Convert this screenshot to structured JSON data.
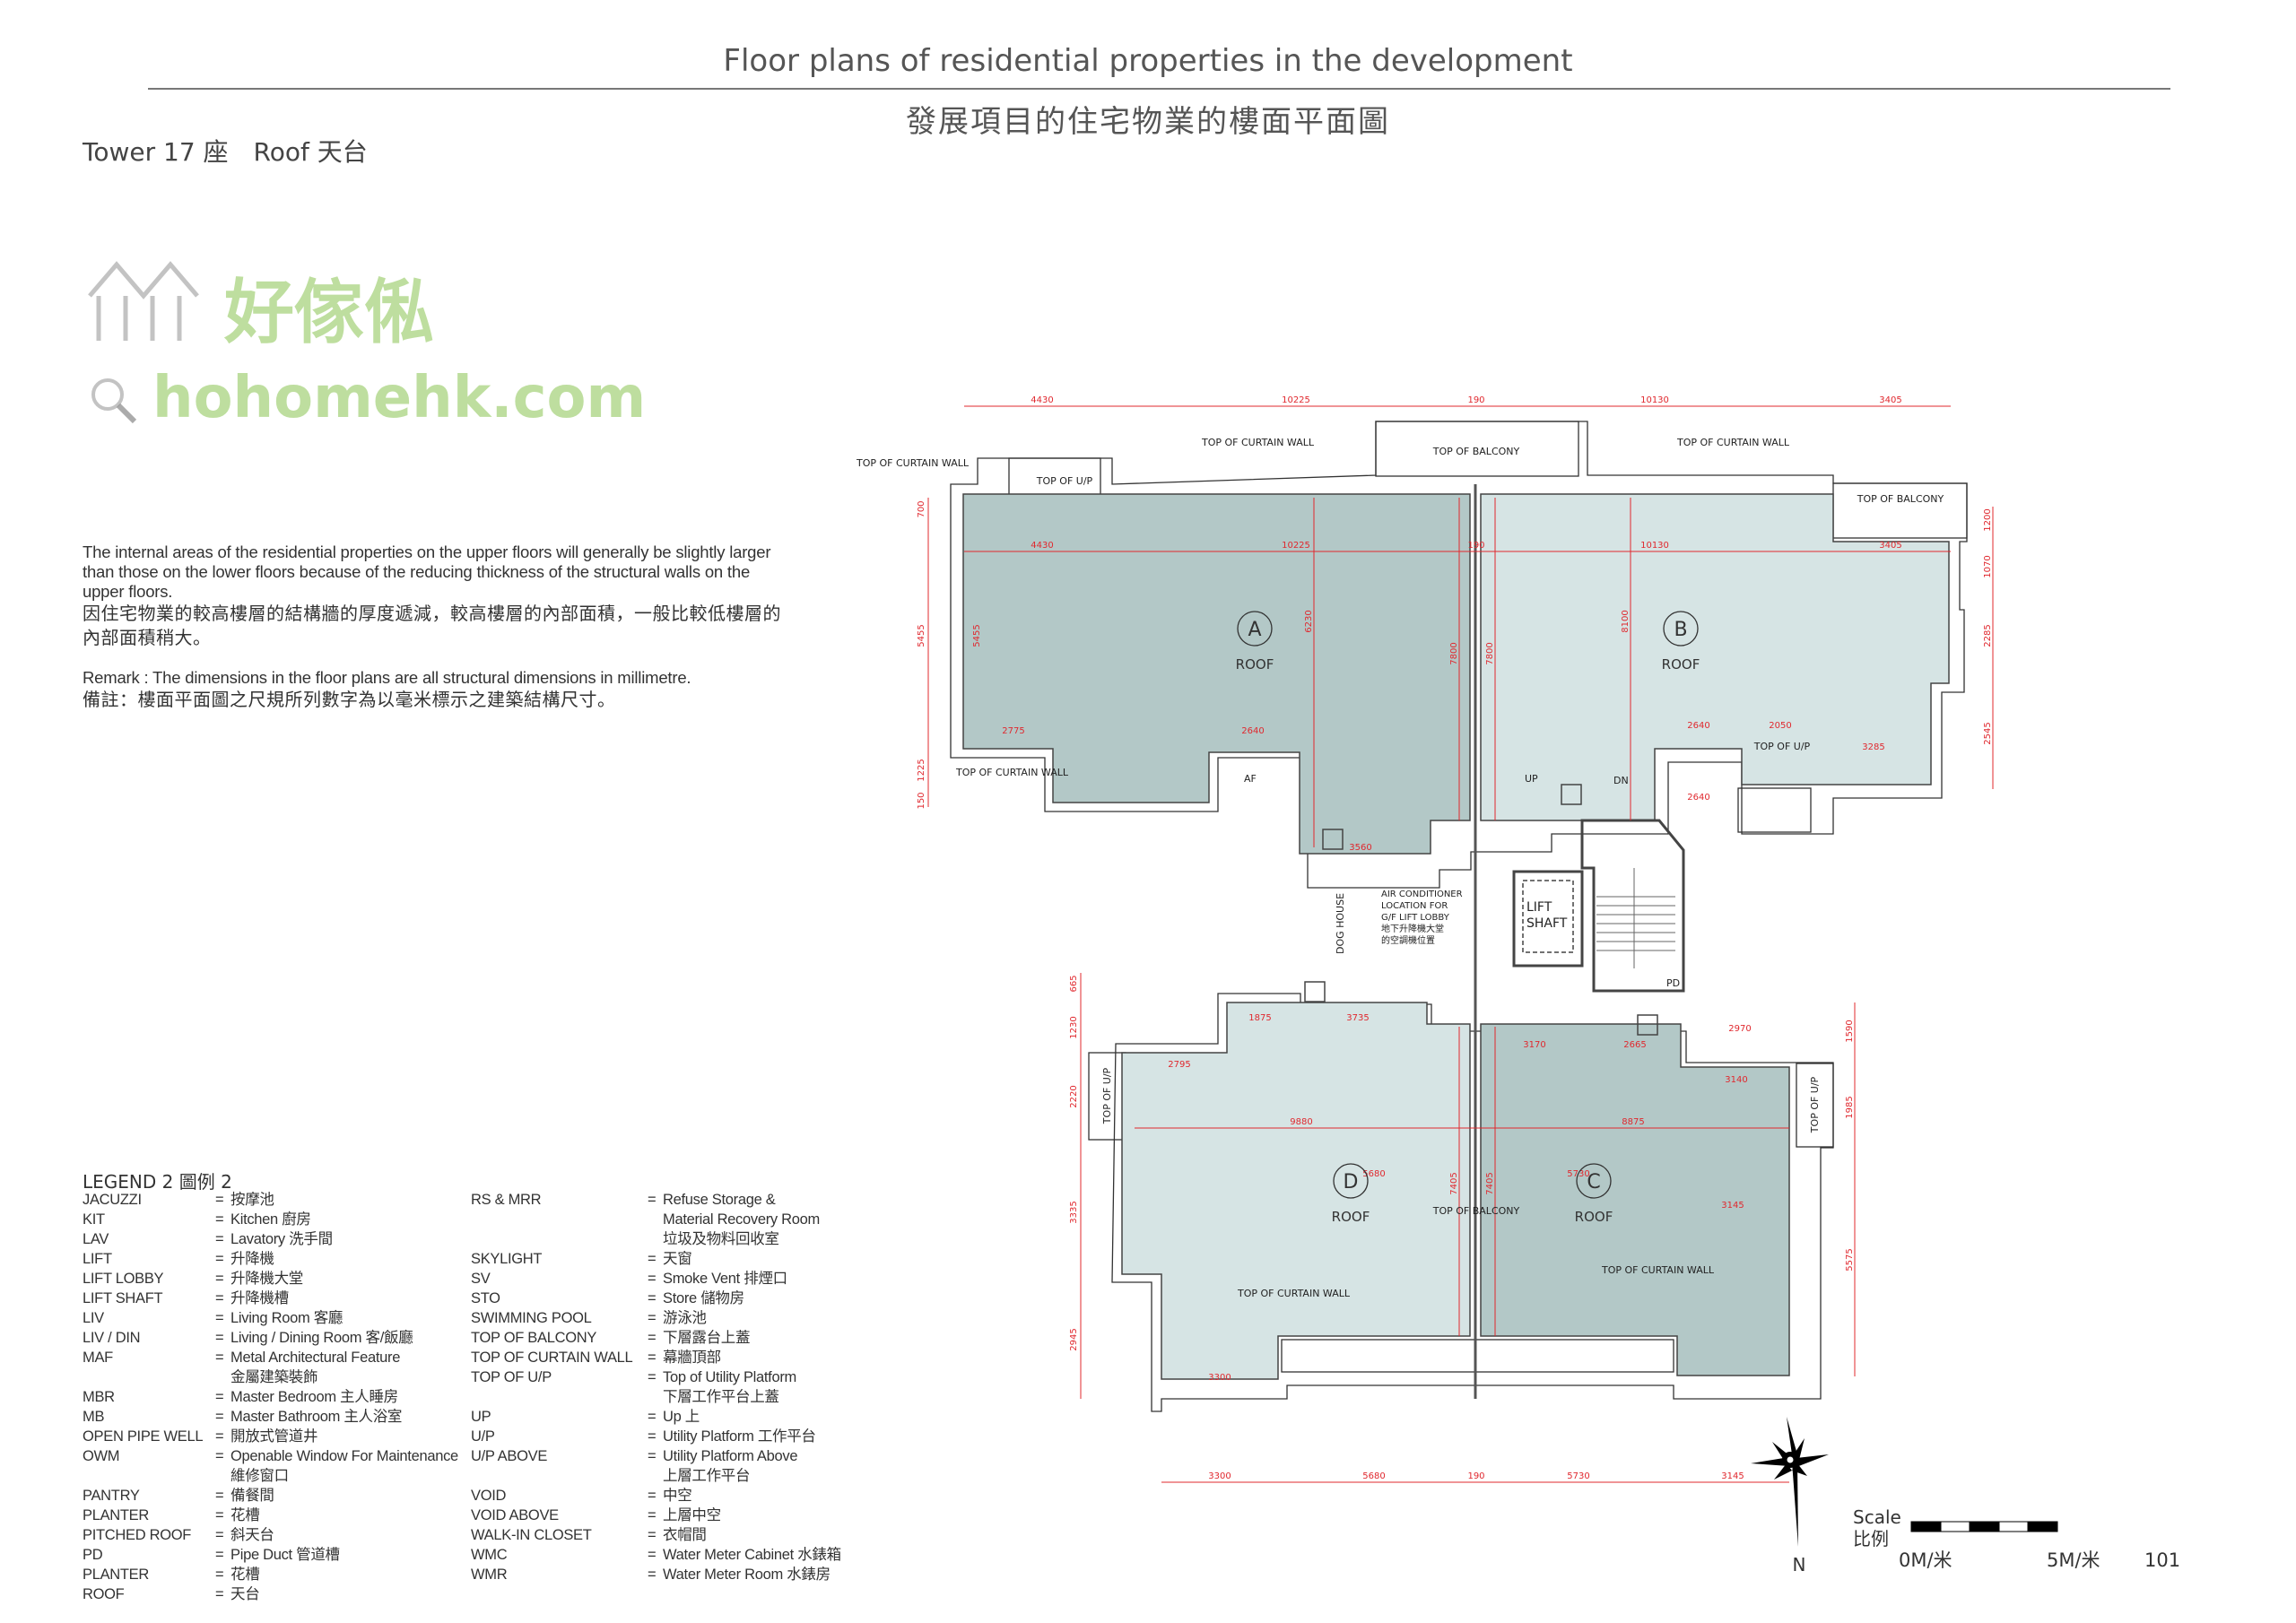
{
  "header": {
    "title_en": "Floor plans of residential properties in the development",
    "title_zh": "發展項目的住宅物業的樓面平面圖"
  },
  "subheader": {
    "tower": "Tower 17 座",
    "floor": "Roof 天台"
  },
  "notes": {
    "area_en": "The internal areas of the residential properties on the upper floors will generally be slightly larger than those on the lower floors because of the reducing thickness of the structural walls on the upper floors.",
    "area_zh": "因住宅物業的較高樓層的結構牆的厚度遞減，較高樓層的內部面積，一般比較低樓層的內部面積稍大。",
    "remark_en": "Remark : The dimensions in the floor plans are all structural dimensions in millimetre.",
    "remark_zh": "備註：樓面平面圖之尺規所列數字為以毫米標示之建築結構尺寸。"
  },
  "legend": {
    "title": "LEGEND 2  圖例 2",
    "col1": [
      {
        "k": "JACUZZI",
        "v": "按摩池"
      },
      {
        "k": "KIT",
        "v": "Kitchen 廚房"
      },
      {
        "k": "LAV",
        "v": "Lavatory 洗手間"
      },
      {
        "k": "LIFT",
        "v": "升降機"
      },
      {
        "k": "LIFT LOBBY",
        "v": "升降機大堂"
      },
      {
        "k": "LIFT SHAFT",
        "v": "升降機槽"
      },
      {
        "k": "LIV",
        "v": "Living Room 客廳"
      },
      {
        "k": "LIV / DIN",
        "v": "Living / Dining Room 客/飯廳"
      },
      {
        "k": "MAF",
        "v": "Metal Architectural Feature",
        "v2": "金屬建築裝飾"
      },
      {
        "k": "MBR",
        "v": "Master Bedroom 主人睡房"
      },
      {
        "k": "MB",
        "v": "Master Bathroom 主人浴室"
      },
      {
        "k": "OPEN PIPE WELL",
        "v": "開放式管道井"
      },
      {
        "k": "OWM",
        "v": "Openable Window For Maintenance",
        "v2": "維修窗口"
      },
      {
        "k": "PANTRY",
        "v": "備餐間"
      },
      {
        "k": "PLANTER",
        "v": "花槽"
      },
      {
        "k": "PITCHED ROOF",
        "v": "斜天台"
      },
      {
        "k": "PD",
        "v": "Pipe Duct 管道槽"
      },
      {
        "k": "PLANTER",
        "v": "花槽"
      },
      {
        "k": "ROOF",
        "v": "天台"
      }
    ],
    "col2": [
      {
        "k": "RS & MRR",
        "v": "Refuse Storage &",
        "v2": "Material Recovery Room",
        "v3": "垃圾及物料回收室"
      },
      {
        "k": "SKYLIGHT",
        "v": "天窗"
      },
      {
        "k": "SV",
        "v": "Smoke Vent 排煙口"
      },
      {
        "k": "STO",
        "v": "Store 儲物房"
      },
      {
        "k": "SWIMMING POOL",
        "v": "游泳池"
      },
      {
        "k": "TOP OF BALCONY",
        "v": "下層露台上蓋"
      },
      {
        "k": "TOP OF CURTAIN WALL",
        "v": "幕牆頂部"
      },
      {
        "k": "TOP OF U/P",
        "v": "Top of Utility Platform",
        "v2": "下層工作平台上蓋"
      },
      {
        "k": "UP",
        "v": "Up 上"
      },
      {
        "k": "U/P",
        "v": "Utility Platform 工作平台"
      },
      {
        "k": "U/P ABOVE",
        "v": "Utility Platform Above",
        "v2": "上層工作平台"
      },
      {
        "k": "VOID",
        "v": "中空"
      },
      {
        "k": "VOID ABOVE",
        "v": "上層中空"
      },
      {
        "k": "WALK-IN CLOSET",
        "v": "衣帽間"
      },
      {
        "k": "WMC",
        "v": "Water Meter Cabinet 水錶箱"
      },
      {
        "k": "WMR",
        "v": "Water Meter Room 水錶房"
      }
    ]
  },
  "plan": {
    "units": [
      {
        "letter": "A",
        "label": "ROOF"
      },
      {
        "letter": "B",
        "label": "ROOF"
      },
      {
        "letter": "C",
        "label": "ROOF"
      },
      {
        "letter": "D",
        "label": "ROOF"
      }
    ],
    "labels": {
      "top_curtain_wall": "TOP OF CURTAIN WALL",
      "top_balcony": "TOP OF BALCONY",
      "top_up": "TOP OF U/P",
      "lift_shaft_1": "LIFT",
      "lift_shaft_2": "SHAFT",
      "dog_house": "DOG HOUSE",
      "up": "UP",
      "dn": "DN",
      "af": "AF",
      "pd": "PD",
      "ac1": "AIR CONDITIONER",
      "ac2": "LOCATION FOR",
      "ac3": "G/F LIFT LOBBY",
      "ac4": "地下升降機大堂",
      "ac5": "的空調機位置"
    },
    "dims_top": [
      "4430",
      "10225",
      "190",
      "10130",
      "3405"
    ],
    "dims_bottom": [
      "3300",
      "5680",
      "190",
      "5730",
      "3145"
    ],
    "dims_left_upper": [
      "700",
      "5455",
      "1225",
      "150"
    ],
    "dims_right_upper": [
      "1200",
      "1070",
      "2285",
      "2545"
    ],
    "dims_left_lower": [
      "665",
      "1230",
      "2220",
      "3335",
      "2945"
    ],
    "dims_right_lower": [
      "1590",
      "1985",
      "5575"
    ],
    "dims_inner": [
      "9880",
      "8875",
      "7405",
      "7405",
      "7800",
      "7800",
      "6230",
      "8100",
      "5455",
      "2775",
      "2640",
      "2640",
      "2050",
      "3285",
      "3560",
      "3735",
      "1875",
      "2795",
      "3170",
      "2665",
      "2970",
      "3140",
      "5680",
      "5730",
      "3145",
      "3300"
    ],
    "colors": {
      "dark_roof": "#b3c8c7",
      "light_roof": "#d6e4e4",
      "dimension": "#e0282e"
    }
  },
  "watermark": {
    "zh": "好傢俬",
    "en": "hohomehk.com"
  },
  "footer": {
    "north": "N",
    "scale_en": "Scale",
    "scale_zh": "比例",
    "scale_start": "0M/米",
    "scale_end": "5M/米",
    "page": "101"
  }
}
